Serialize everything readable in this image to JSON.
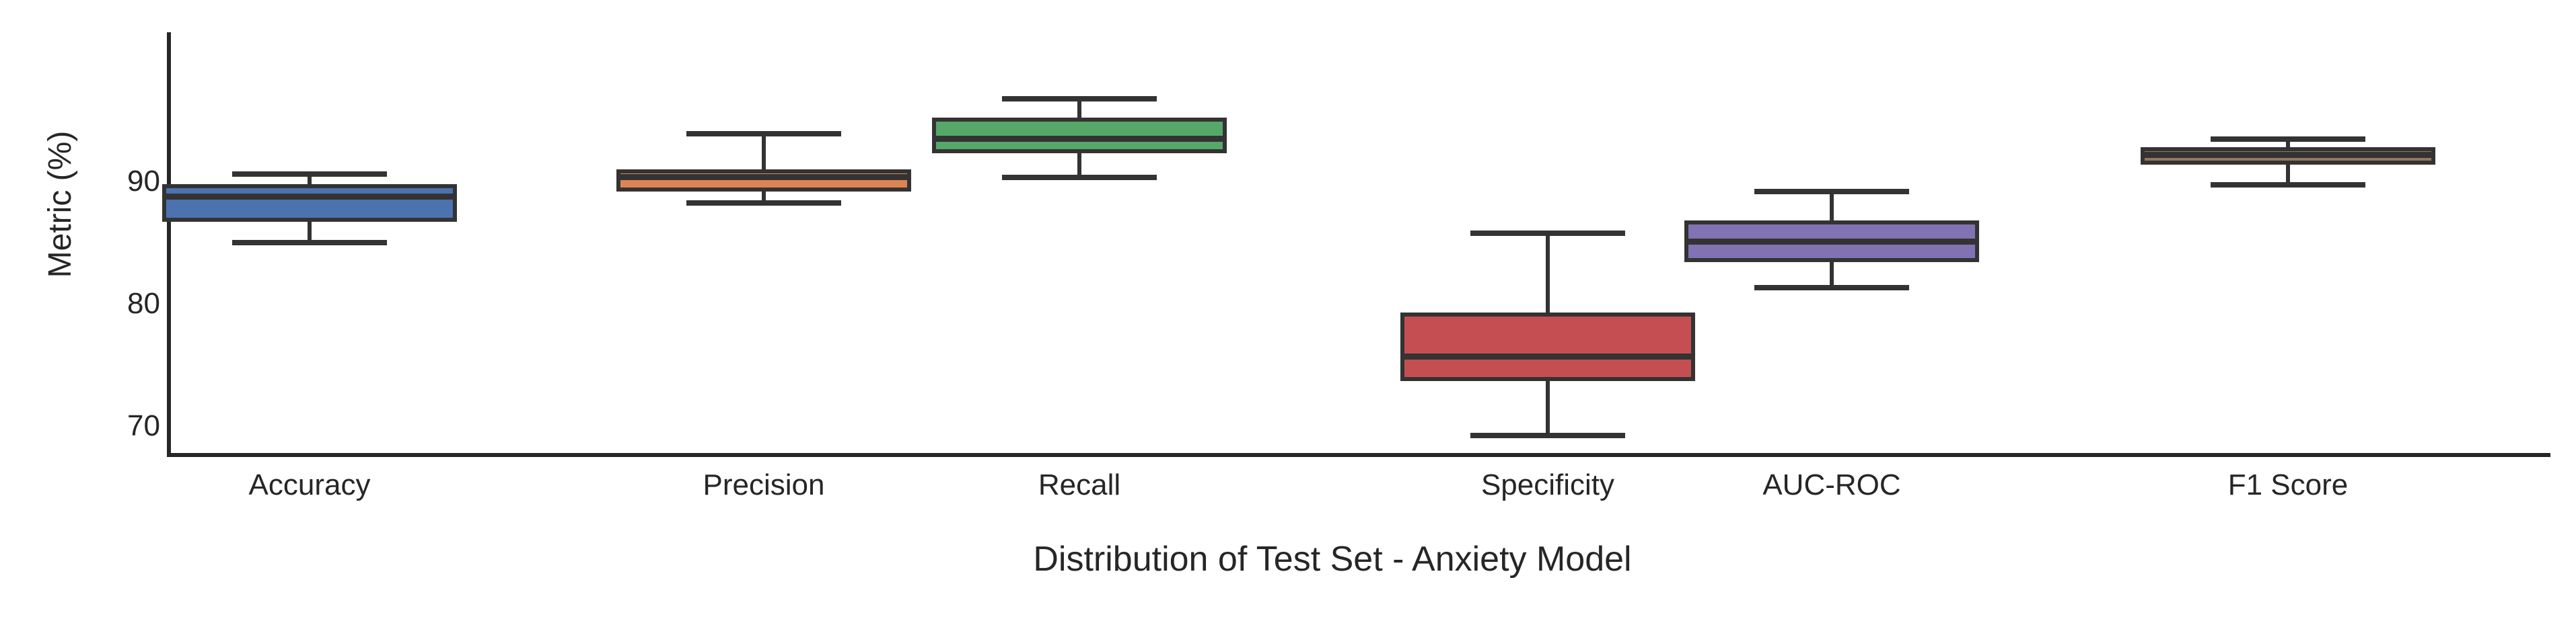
{
  "chart_data": {
    "type": "box",
    "title": "",
    "xlabel": "Distribution of Test Set - Anxiety Model",
    "ylabel": "Metric (%)",
    "categories": [
      "Accuracy",
      "Precision",
      "Recall",
      "Specificity",
      "AUC-ROC",
      "F1 Score"
    ],
    "ylim": [
      68.0,
      98.0
    ],
    "yticks": [
      70,
      80,
      90
    ],
    "ytick_labels": [
      "70",
      "80",
      "90"
    ],
    "grid": false,
    "legend": null,
    "boxes": [
      {
        "label": "Accuracy",
        "color": "#4c72b0",
        "whisker_low": 84.8,
        "q1": 86.7,
        "median": 88.8,
        "q3": 89.8,
        "whisker_high": 90.8
      },
      {
        "label": "Precision",
        "color": "#dd8452",
        "whisker_low": 88.0,
        "q1": 89.2,
        "median": 90.4,
        "q3": 91.0,
        "whisker_high": 94.1
      },
      {
        "label": "Recall",
        "color": "#55a868",
        "whisker_low": 90.1,
        "q1": 92.3,
        "median": 93.5,
        "q3": 95.2,
        "whisker_high": 97.0
      },
      {
        "label": "Specificity",
        "color": "#c44e52",
        "whisker_low": 69.0,
        "q1": 73.7,
        "median": 75.7,
        "q3": 79.3,
        "whisker_high": 86.0
      },
      {
        "label": "AUC-ROC",
        "color": "#8172b3",
        "whisker_low": 81.1,
        "q1": 83.4,
        "median": 85.1,
        "q3": 86.8,
        "whisker_high": 89.4
      },
      {
        "label": "F1 Score",
        "color": "#937860",
        "whisker_low": 89.5,
        "q1": 91.4,
        "median": 92.2,
        "q3": 92.8,
        "whisker_high": 93.7
      }
    ]
  },
  "axis": {
    "y_title": "Metric (%)",
    "x_title": "Distribution of Test Set - Anxiety Model",
    "y_tick_70": "70",
    "y_tick_80": "80",
    "y_tick_90": "90"
  },
  "colors": {
    "axis": "#262626",
    "box_edge": "#333333",
    "background": "#ffffff"
  }
}
